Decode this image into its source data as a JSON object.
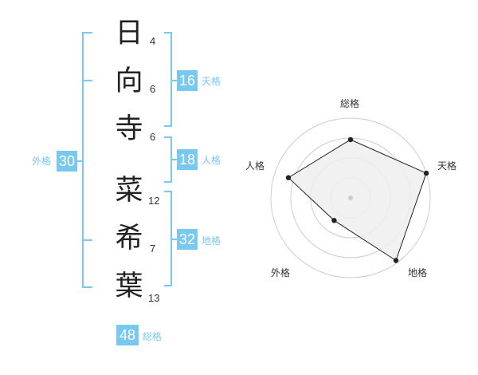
{
  "name": {
    "chars": [
      {
        "char": "日",
        "strokes": "4"
      },
      {
        "char": "向",
        "strokes": "6"
      },
      {
        "char": "寺",
        "strokes": "6"
      },
      {
        "char": "菜",
        "strokes": "12"
      },
      {
        "char": "希",
        "strokes": "7"
      },
      {
        "char": "葉",
        "strokes": "13"
      }
    ]
  },
  "kakusu": {
    "tenkaku": {
      "value": "16",
      "label": "天格"
    },
    "jinkaku": {
      "value": "18",
      "label": "人格"
    },
    "chikaku": {
      "value": "32",
      "label": "地格"
    },
    "gaikaku": {
      "value": "30",
      "label": "外格"
    },
    "soukaku": {
      "value": "48",
      "label": "総格"
    }
  },
  "colors": {
    "accent": "#78c8f0",
    "bracket": "#78c8f0",
    "radar_fill": "#eeeeee",
    "radar_line": "#222222",
    "grid": "#cccccc"
  },
  "chart_data": {
    "type": "radar",
    "axes": [
      "総格",
      "天格",
      "地格",
      "外格",
      "人格"
    ],
    "values": [
      0.73,
      1.0,
      0.97,
      0.35,
      0.82
    ],
    "rings": 4,
    "max": 1.0
  }
}
